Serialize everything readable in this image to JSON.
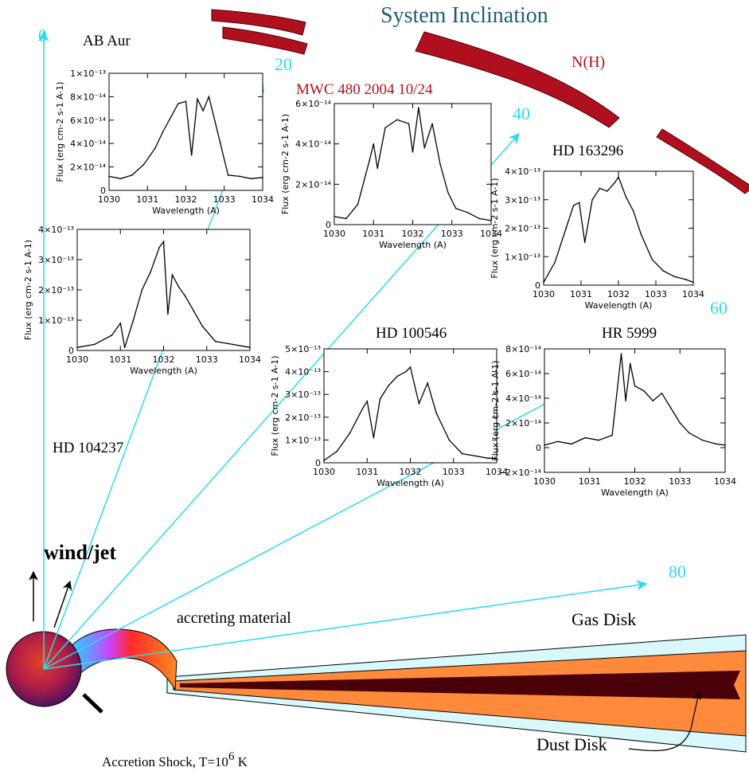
{
  "title": "System Inclination",
  "nh_label": "N(H)",
  "angles": [
    "0",
    "20",
    "40",
    "60",
    "80"
  ],
  "labels": {
    "wind": "wind/jet",
    "accreting": "accreting material",
    "gas_disk": "Gas Disk",
    "dust_disk": "Dust Disk",
    "shock_prefix": "Accretion Shock, T=10",
    "shock_exp": "6",
    "shock_unit": " K"
  },
  "colors": {
    "ray": "#2ed9e8",
    "angle_text": "#2ed9e8",
    "nh_band": "#b0101e",
    "title": "#1f5f6a"
  },
  "chart_data": [
    {
      "type": "line",
      "name": "AB Aur",
      "title": "AB Aur",
      "xlabel": "Wavelength (A)",
      "ylabel": "Flux (erg cm-2 s-1 A-1)",
      "xlim": [
        1030,
        1034
      ],
      "ylim": [
        0,
        1e-13
      ],
      "xticks": [
        "1030",
        "1031",
        "1032",
        "1033",
        "1034"
      ],
      "yticks": [
        "0",
        "2×10⁻¹⁴",
        "4×10⁻¹⁴",
        "6×10⁻¹⁴",
        "8×10⁻¹⁴",
        "1×10⁻¹³"
      ],
      "ytick_values": [
        0,
        2e-14,
        4e-14,
        6e-14,
        8e-14,
        1e-13
      ],
      "x": [
        1030.0,
        1030.3,
        1030.6,
        1030.9,
        1031.2,
        1031.4,
        1031.6,
        1031.8,
        1032.0,
        1032.15,
        1032.3,
        1032.45,
        1032.6,
        1032.75,
        1032.9,
        1033.1,
        1033.4,
        1033.7,
        1034.0
      ],
      "y": [
        1.2e-14,
        1e-14,
        1.3e-14,
        2.2e-14,
        3.6e-14,
        5e-14,
        6.2e-14,
        7.4e-14,
        7.6e-14,
        3e-14,
        7.8e-14,
        6.8e-14,
        8e-14,
        6e-14,
        4e-14,
        1.3e-14,
        1.2e-14,
        1e-14,
        1.1e-14
      ]
    },
    {
      "type": "line",
      "name": "HD 104237",
      "title": "HD 104237",
      "xlabel": "Wavelength (A)",
      "ylabel": "Flux (erg cm-2 s-1 A-1)",
      "xlim": [
        1030,
        1034
      ],
      "ylim": [
        0,
        4e-13
      ],
      "xticks": [
        "1030",
        "1031",
        "1032",
        "1033",
        "1034"
      ],
      "yticks": [
        "0",
        "1×10⁻¹³",
        "2×10⁻¹³",
        "3×10⁻¹³",
        "4×10⁻¹³"
      ],
      "ytick_values": [
        0,
        1e-13,
        2e-13,
        3e-13,
        4e-13
      ],
      "x": [
        1030.0,
        1030.4,
        1030.8,
        1031.0,
        1031.1,
        1031.3,
        1031.5,
        1031.7,
        1031.9,
        1032.0,
        1032.1,
        1032.2,
        1032.35,
        1032.5,
        1032.7,
        1032.9,
        1033.2,
        1033.6,
        1034.0
      ],
      "y": [
        1e-14,
        2e-14,
        5e-14,
        9e-14,
        1e-14,
        1e-13,
        2e-13,
        2.6e-13,
        3.4e-13,
        3.6e-13,
        1.2e-13,
        2.5e-13,
        2.1e-13,
        1.8e-13,
        1.3e-13,
        8e-14,
        3e-14,
        2e-14,
        1e-14
      ]
    },
    {
      "type": "line",
      "name": "MWC 480 2004 10/24",
      "title": "MWC 480 2004 10/24",
      "xlabel": "Wavelength (A)",
      "ylabel": "Flux (erg cm-2 s-1 A-1)",
      "xlim": [
        1030,
        1034
      ],
      "ylim": [
        0,
        6e-14
      ],
      "xticks": [
        "1030",
        "1031",
        "1032",
        "1033",
        "1034"
      ],
      "yticks": [
        "0",
        "2×10⁻¹⁴",
        "4×10⁻¹⁴",
        "6×10⁻¹⁴"
      ],
      "ytick_values": [
        0,
        2e-14,
        4e-14,
        6e-14
      ],
      "x": [
        1030.0,
        1030.3,
        1030.6,
        1030.9,
        1031.0,
        1031.1,
        1031.3,
        1031.6,
        1031.9,
        1032.0,
        1032.15,
        1032.3,
        1032.5,
        1032.7,
        1032.9,
        1033.1,
        1033.4,
        1033.7,
        1034.0
      ],
      "y": [
        4e-15,
        3e-15,
        1e-14,
        3.2e-14,
        4e-14,
        2.8e-14,
        4.8e-14,
        5.2e-14,
        5e-14,
        3.6e-14,
        5.8e-14,
        3.8e-14,
        5e-14,
        3e-14,
        1.6e-14,
        8e-15,
        6e-15,
        3e-15,
        2e-15
      ]
    },
    {
      "type": "line",
      "name": "HD 163296",
      "title": "HD 163296",
      "xlabel": "Wavelength (A)",
      "ylabel": "Flux (erg cm-2 s-1 A-1)",
      "xlim": [
        1030,
        1034
      ],
      "ylim": [
        0,
        4e-13
      ],
      "xticks": [
        "1030",
        "1031",
        "1032",
        "1033",
        "1034"
      ],
      "yticks": [
        "0",
        "1×10⁻¹³",
        "2×10⁻¹³",
        "3×10⁻¹³",
        "4×10⁻¹³"
      ],
      "ytick_values": [
        0,
        1e-13,
        2e-13,
        3e-13,
        4e-13
      ],
      "x": [
        1030.0,
        1030.3,
        1030.6,
        1030.8,
        1030.95,
        1031.1,
        1031.3,
        1031.5,
        1031.7,
        1031.9,
        1032.0,
        1032.2,
        1032.4,
        1032.6,
        1032.9,
        1033.2,
        1033.5,
        1033.8,
        1034.0
      ],
      "y": [
        1e-14,
        8e-14,
        2e-13,
        2.8e-13,
        2.9e-13,
        1.5e-13,
        3e-13,
        3.4e-13,
        3.3e-13,
        3.6e-13,
        3.8e-13,
        3.1e-13,
        2.6e-13,
        1.8e-13,
        9e-14,
        5e-14,
        3e-14,
        2e-14,
        1e-14
      ]
    },
    {
      "type": "line",
      "name": "HD 100546",
      "title": "HD 100546",
      "xlabel": "Wavelength (A)",
      "ylabel": "Flux (erg cm-2 s-1 A-1)",
      "xlim": [
        1030,
        1034
      ],
      "ylim": [
        0,
        5e-13
      ],
      "xticks": [
        "1030",
        "1031",
        "1032",
        "1033",
        "1034"
      ],
      "yticks": [
        "0",
        "1×10⁻¹³",
        "2×10⁻¹³",
        "3×10⁻¹³",
        "4×10⁻¹³",
        "5×10⁻¹³"
      ],
      "ytick_values": [
        0,
        1e-13,
        2e-13,
        3e-13,
        4e-13,
        5e-13
      ],
      "x": [
        1030.0,
        1030.3,
        1030.6,
        1030.9,
        1031.0,
        1031.15,
        1031.3,
        1031.5,
        1031.7,
        1031.9,
        1032.0,
        1032.2,
        1032.4,
        1032.6,
        1032.9,
        1033.2,
        1033.5,
        1033.8,
        1034.0
      ],
      "y": [
        1e-14,
        5e-14,
        1.3e-13,
        2.4e-13,
        2.7e-13,
        1.1e-13,
        2.8e-13,
        3.4e-13,
        3.8e-13,
        4e-13,
        4.2e-13,
        2.6e-13,
        3.5e-13,
        2.2e-13,
        1e-13,
        4e-14,
        3e-14,
        2e-14,
        2e-14
      ]
    },
    {
      "type": "line",
      "name": "HR 5999",
      "title": "HR 5999",
      "xlabel": "Wavelength (A)",
      "ylabel": "Flux (erg cm-2 s-1 A-1)",
      "xlim": [
        1030,
        1034
      ],
      "ylim": [
        -2e-14,
        8e-14
      ],
      "xticks": [
        "1030",
        "1031",
        "1032",
        "1033",
        "1034"
      ],
      "yticks": [
        "−2×10⁻¹⁴",
        "0",
        "2×10⁻¹⁴",
        "4×10⁻¹⁴",
        "6×10⁻¹⁴",
        "8×10⁻¹⁴"
      ],
      "ytick_values": [
        -2e-14,
        0,
        2e-14,
        4e-14,
        6e-14,
        8e-14
      ],
      "x": [
        1030.0,
        1030.3,
        1030.6,
        1030.9,
        1031.2,
        1031.5,
        1031.7,
        1031.8,
        1031.9,
        1032.0,
        1032.2,
        1032.4,
        1032.6,
        1032.8,
        1033.0,
        1033.2,
        1033.5,
        1033.8,
        1034.0
      ],
      "y": [
        2e-15,
        5e-15,
        3e-15,
        8e-15,
        6e-15,
        1e-14,
        7.6e-14,
        3.8e-14,
        6.8e-14,
        5e-14,
        4.6e-14,
        3.8e-14,
        4.4e-14,
        3.2e-14,
        2e-14,
        1.2e-14,
        6e-15,
        3e-15,
        2e-15
      ]
    }
  ]
}
